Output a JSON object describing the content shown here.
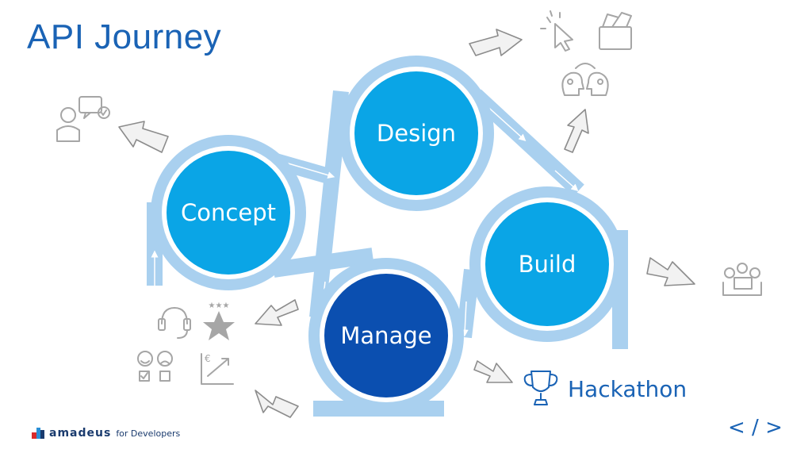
{
  "title": "API Journey",
  "nodes": [
    {
      "id": "concept",
      "label": "Concept"
    },
    {
      "id": "design",
      "label": "Design"
    },
    {
      "id": "build",
      "label": "Build"
    },
    {
      "id": "manage",
      "label": "Manage"
    }
  ],
  "hackathon_label": "Hackathon",
  "brand": {
    "name": "amadeus",
    "sub": "for Developers"
  },
  "code_glyph": "< / >",
  "colors": {
    "title": "#1a63b5",
    "node_light": "#0aa5e6",
    "node_dark": "#0b4fb0",
    "ring": "#a9d0ef",
    "sketch": "#a6a6a6"
  },
  "icons": [
    "person-checklist-icon",
    "cursor-click-icon",
    "wallet-icon",
    "people-exchange-icon",
    "meeting-icon",
    "headset-icon",
    "rating-star-icon",
    "smiley-feedback-icon",
    "euro-growth-chart-icon",
    "trophy-icon",
    "sketch-arrow-icon"
  ]
}
